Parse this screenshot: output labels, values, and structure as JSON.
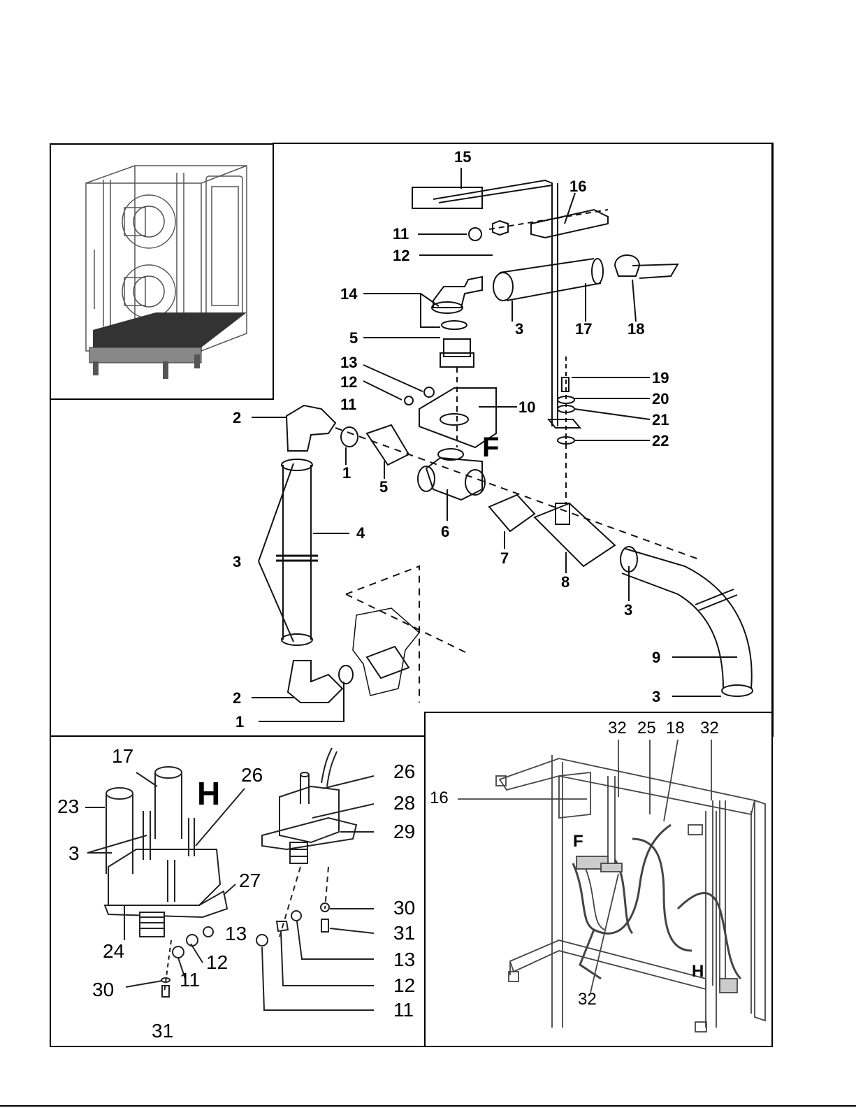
{
  "panels": {
    "overview": "cabinet-overview",
    "main": "fitting-assembly-F",
    "valve": "valve-assembly-H",
    "frame": "frame-location"
  },
  "main_labels": {
    "l15": "15",
    "l16": "16",
    "l11": "11",
    "l12": "12",
    "l14": "14",
    "l3a": "3",
    "l17": "17",
    "l18": "18",
    "l5a": "5",
    "l13": "13",
    "l12b": "12",
    "l11b": "11",
    "l10": "10",
    "l19": "19",
    "l20": "20",
    "l21": "21",
    "l22": "22",
    "l2a": "2",
    "lF": "F",
    "l1a": "1",
    "l5b": "5",
    "l6": "6",
    "l7": "7",
    "l4": "4",
    "l3b": "3",
    "l8": "8",
    "l3c": "3",
    "l9": "9",
    "l2b": "2",
    "l3d": "3",
    "l1b": "1"
  },
  "valve_labels": {
    "v17": "17",
    "vH": "H",
    "v26a": "26",
    "v26b": "26",
    "v23": "23",
    "v28": "28",
    "v29": "29",
    "v3": "3",
    "v27": "27",
    "v30a": "30",
    "v13a": "13",
    "v31a": "31",
    "v24": "24",
    "v12a": "12",
    "v13b": "13",
    "v30b": "30",
    "v11a": "11",
    "v12b": "12",
    "v31b": "31",
    "v11b": "11"
  },
  "frame_labels": {
    "f32a": "32",
    "f25": "25",
    "f18": "18",
    "f32b": "32",
    "f16": "16",
    "fF": "F",
    "fH": "H",
    "f32c": "32"
  }
}
